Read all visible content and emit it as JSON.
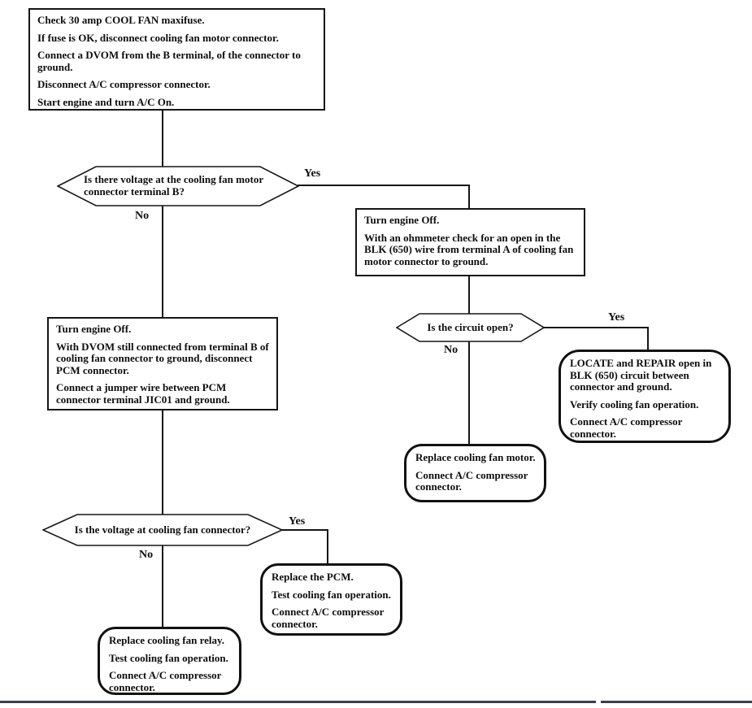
{
  "labels": {
    "yes": "Yes",
    "no": "No"
  },
  "nodes": {
    "start": {
      "lines": [
        "Check 30 amp COOL FAN maxifuse.",
        "If fuse is OK, disconnect cooling fan motor connector.",
        "Connect a DVOM from the B terminal, of the connector to ground.",
        "Disconnect A/C compressor connector.",
        "Start engine and turn A/C On."
      ]
    },
    "d1": {
      "question": "Is there voltage at the cooling fan motor connector terminal B?"
    },
    "ohmmeter": {
      "lines": [
        "Turn engine Off.",
        "With an ohmmeter check for an open in the BLK (650) wire from terminal A of cooling fan motor connector to ground."
      ]
    },
    "d2": {
      "question": "Is the circuit open?"
    },
    "locate_repair": {
      "lines": [
        "LOCATE and REPAIR open in BLK (650) circuit between connector and ground.",
        "Verify cooling fan operation.",
        "Connect A/C compressor connector."
      ]
    },
    "replace_motor": {
      "lines": [
        "Replace cooling fan motor.",
        "Connect A/C compressor connector."
      ]
    },
    "jumper": {
      "lines": [
        "Turn engine Off.",
        "With DVOM still connected from terminal B of cooling fan connector to ground, disconnect PCM connector.",
        "Connect a jumper wire between PCM connector terminal JIC01 and ground."
      ]
    },
    "d3": {
      "question": "Is the voltage at cooling fan connector?"
    },
    "replace_pcm": {
      "lines": [
        "Replace the PCM.",
        "Test cooling fan operation.",
        "Connect A/C compressor connector."
      ]
    },
    "replace_relay": {
      "lines": [
        "Replace cooling fan relay.",
        "Test cooling fan operation.",
        "Connect A/C compressor connector."
      ]
    }
  }
}
